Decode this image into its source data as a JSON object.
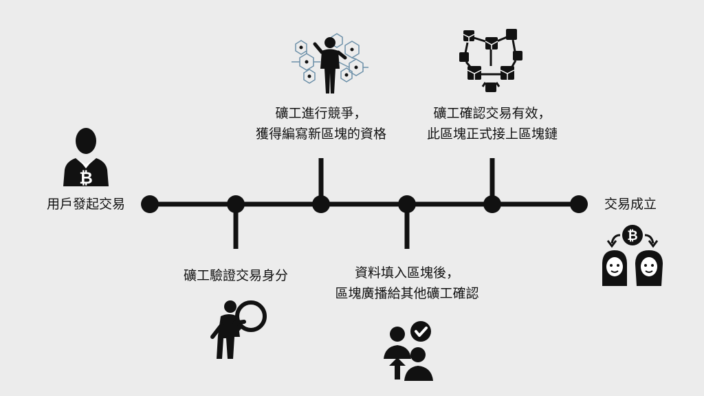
{
  "diagram": {
    "title": "",
    "steps": [
      {
        "id": "user",
        "lines": [
          "用戶發起交易"
        ],
        "icon": "businessman-bitcoin-icon"
      },
      {
        "id": "verify",
        "lines": [
          "礦工驗證交易身分"
        ],
        "icon": "magnifying-glass-person-icon"
      },
      {
        "id": "compete",
        "lines": [
          "礦工進行競爭，",
          "獲得編寫新區塊的資格"
        ],
        "icon": "man-blockchain-network-icon"
      },
      {
        "id": "fill",
        "lines": [
          "資料填入區塊後，",
          "區塊廣播給其他礦工確認"
        ],
        "icon": "people-check-icon"
      },
      {
        "id": "confirm",
        "lines": [
          "礦工確認交易有效，",
          "此區塊正式接上區塊鏈"
        ],
        "icon": "blockchain-cubes-icon"
      },
      {
        "id": "done",
        "lines": [
          "交易成立"
        ],
        "icon": "two-people-bitcoin-exchange-icon"
      }
    ]
  },
  "colors": {
    "background": "#ececec",
    "ink": "#111111"
  }
}
